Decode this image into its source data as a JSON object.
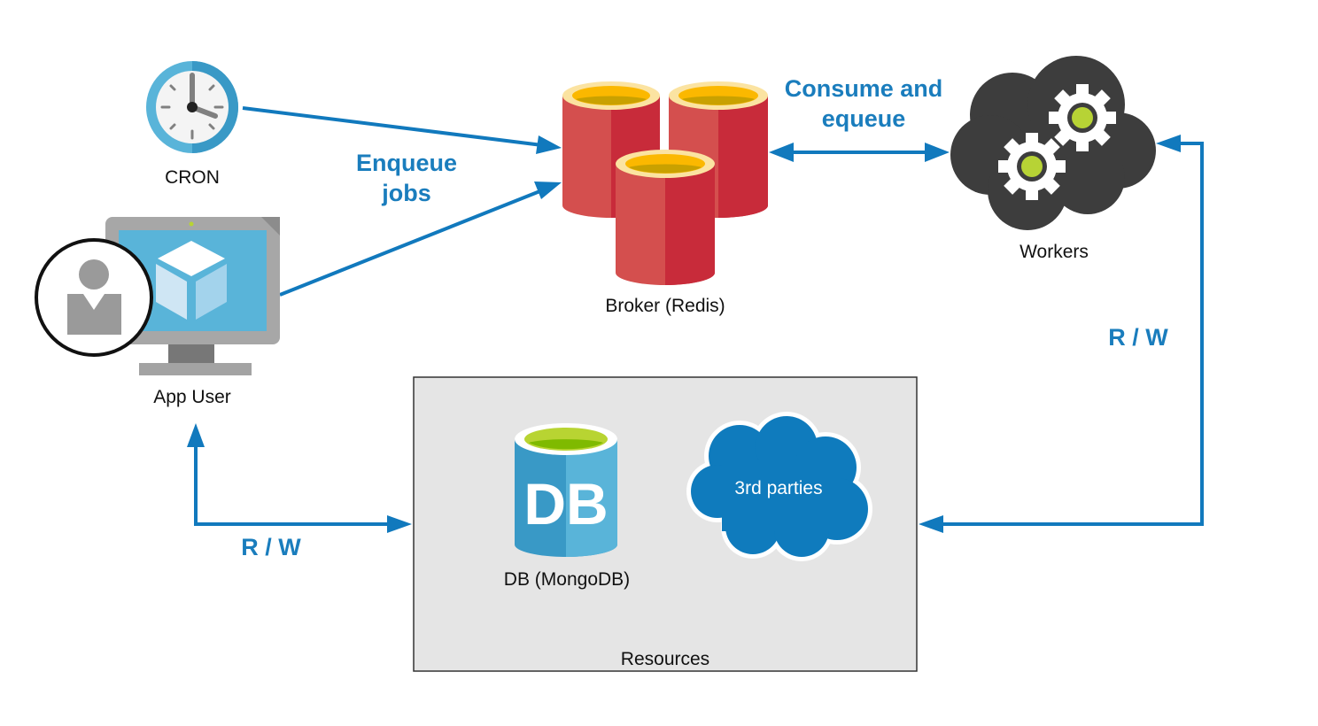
{
  "colors": {
    "arrow": "#1179bd",
    "edge_label": "#1a7dbd",
    "redis_light": "#d44f4e",
    "redis_dark": "#c82b3a",
    "redis_rim": "#fbe3a1",
    "redis_inner": "#fbb800",
    "workers_cloud": "#3d3d3d",
    "gear_center": "#b7d335",
    "db_light": "#59b4d9",
    "db_dark": "#3999c6",
    "db_top": "#b8d432",
    "third_party_cloud": "#0f7bbd",
    "resources_bg": "#e5e5e5"
  },
  "nodes": {
    "cron": {
      "label": "CRON",
      "icon": "clock-icon"
    },
    "app_user": {
      "label": "App User",
      "icon": "monitor-user-icon"
    },
    "broker": {
      "label": "Broker (Redis)",
      "icon": "redis-cylinders-icon"
    },
    "workers": {
      "label": "Workers",
      "icon": "cloud-gears-icon"
    },
    "resources": {
      "label": "Resources"
    },
    "db": {
      "label": "DB (MongoDB)",
      "icon_text": "DB",
      "icon": "database-icon"
    },
    "third_parties": {
      "label": "3rd parties",
      "icon": "cloud-icon"
    }
  },
  "edges": {
    "enqueue": {
      "label_line1": "Enqueue",
      "label_line2": "jobs"
    },
    "consume": {
      "label_line1": "Consume and",
      "label_line2": "equeue"
    },
    "rw_left": {
      "label": "R / W"
    },
    "rw_right": {
      "label": "R / W"
    }
  }
}
